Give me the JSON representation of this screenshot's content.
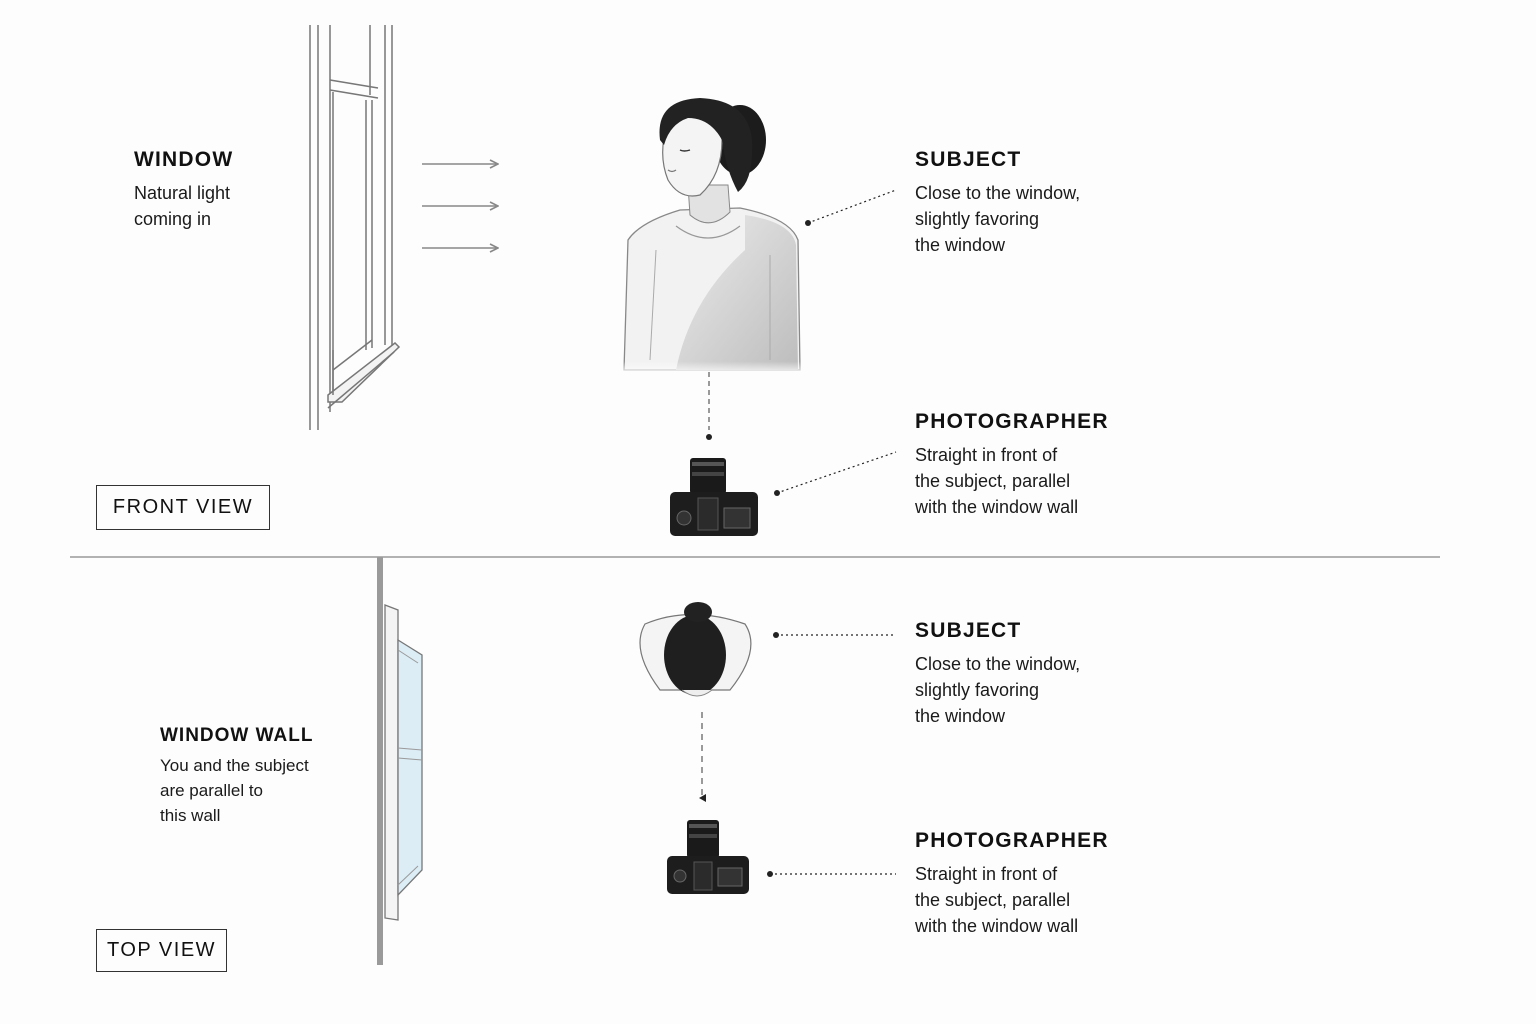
{
  "front_view": {
    "badge": "FRONT VIEW",
    "window": {
      "title": "WINDOW",
      "lines": [
        "Natural light",
        "coming in"
      ]
    },
    "subject": {
      "title": "SUBJECT",
      "lines": [
        "Close to the window,",
        "slightly favoring",
        "the window"
      ]
    },
    "photographer": {
      "title": "PHOTOGRAPHER",
      "lines": [
        "Straight in front of",
        "the subject, parallel",
        "with the window wall"
      ]
    }
  },
  "top_view": {
    "badge": "TOP VIEW",
    "window_wall": {
      "title": "WINDOW WALL",
      "lines": [
        "You and the subject",
        "are parallel to",
        "this wall"
      ]
    },
    "subject": {
      "title": "SUBJECT",
      "lines": [
        "Close to the window,",
        "slightly favoring",
        "the window"
      ]
    },
    "photographer": {
      "title": "PHOTOGRAPHER",
      "lines": [
        "Straight in front of",
        "the subject, parallel",
        "with the window wall"
      ]
    }
  },
  "icons": [
    "window-icon",
    "light-arrow-icon",
    "subject-figure-icon",
    "camera-icon",
    "subject-top-icon",
    "window-wall-icon"
  ],
  "colors": {
    "ink": "#111111",
    "line": "#8a8a8a",
    "glass": "#dcedf5"
  }
}
